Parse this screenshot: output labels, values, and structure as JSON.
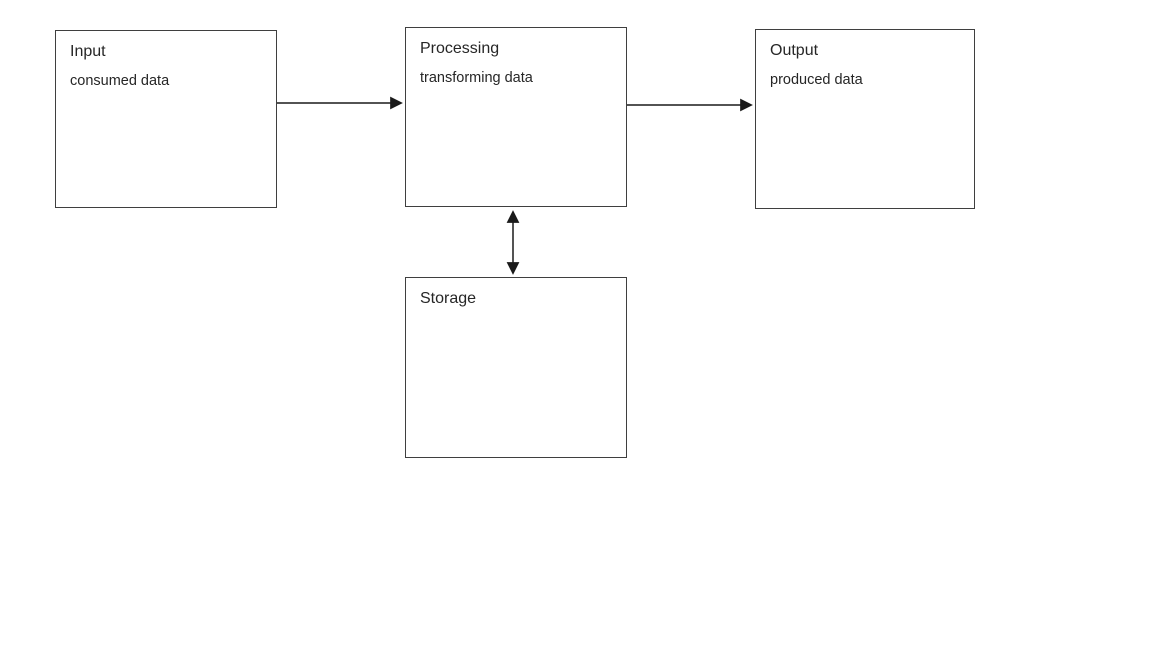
{
  "diagram": {
    "nodes": {
      "input": {
        "title": "Input",
        "subtitle": "consumed data"
      },
      "processing": {
        "title": "Processing",
        "subtitle": "transforming data"
      },
      "output": {
        "title": "Output",
        "subtitle": "produced data"
      },
      "storage": {
        "title": "Storage",
        "subtitle": ""
      }
    },
    "edges": [
      {
        "from": "input",
        "to": "processing",
        "direction": "one-way"
      },
      {
        "from": "processing",
        "to": "output",
        "direction": "one-way"
      },
      {
        "from": "processing",
        "to": "storage",
        "direction": "two-way"
      }
    ],
    "colors": {
      "background": "#ffffff",
      "box_border": "#3f3f3f",
      "text": "#262626",
      "arrow": "#1a1a1a"
    }
  }
}
